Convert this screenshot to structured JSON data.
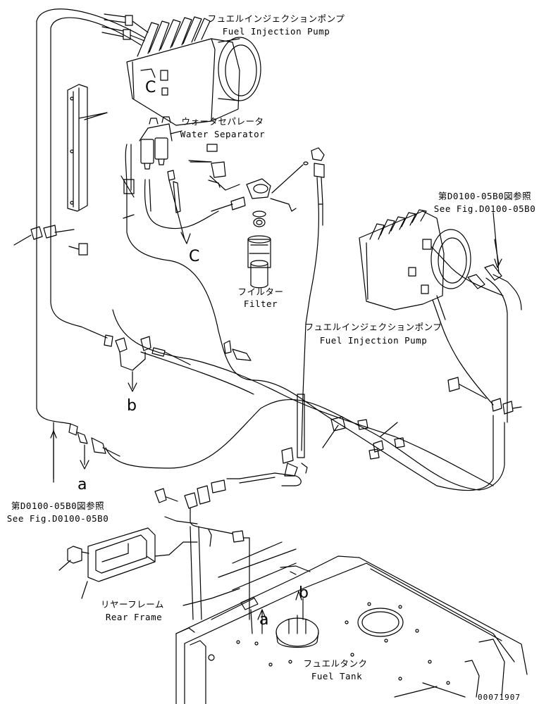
{
  "labels": {
    "fip_top_jp": "フュエルインジェクションポンプ",
    "fip_top_en": "Fuel Injection Pump",
    "water_sep_jp": "ウォータセパレータ",
    "water_sep_en": "Water Separator",
    "filter_jp": "フイルター",
    "filter_en": "Filter",
    "see_fig_right_jp": "第D0100-05B0図参照",
    "see_fig_right_en": "See Fig.D0100-05B0",
    "fip_mid_jp": "フュエルインジェクションポンプ",
    "fip_mid_en": "Fuel Injection Pump",
    "see_fig_left_jp": "第D0100-05B0図参照",
    "see_fig_left_en": "See Fig.D0100-05B0",
    "rear_frame_jp": "リヤーフレーム",
    "rear_frame_en": "Rear Frame",
    "fuel_tank_jp": "フュエルタンク",
    "fuel_tank_en": "Fuel Tank"
  },
  "callouts": {
    "c_top": "C",
    "c_mid": "C",
    "b_mid": "b",
    "a_mid": "a",
    "b_tank": "b",
    "a_tank": "a"
  },
  "drawing_code": "00071907"
}
